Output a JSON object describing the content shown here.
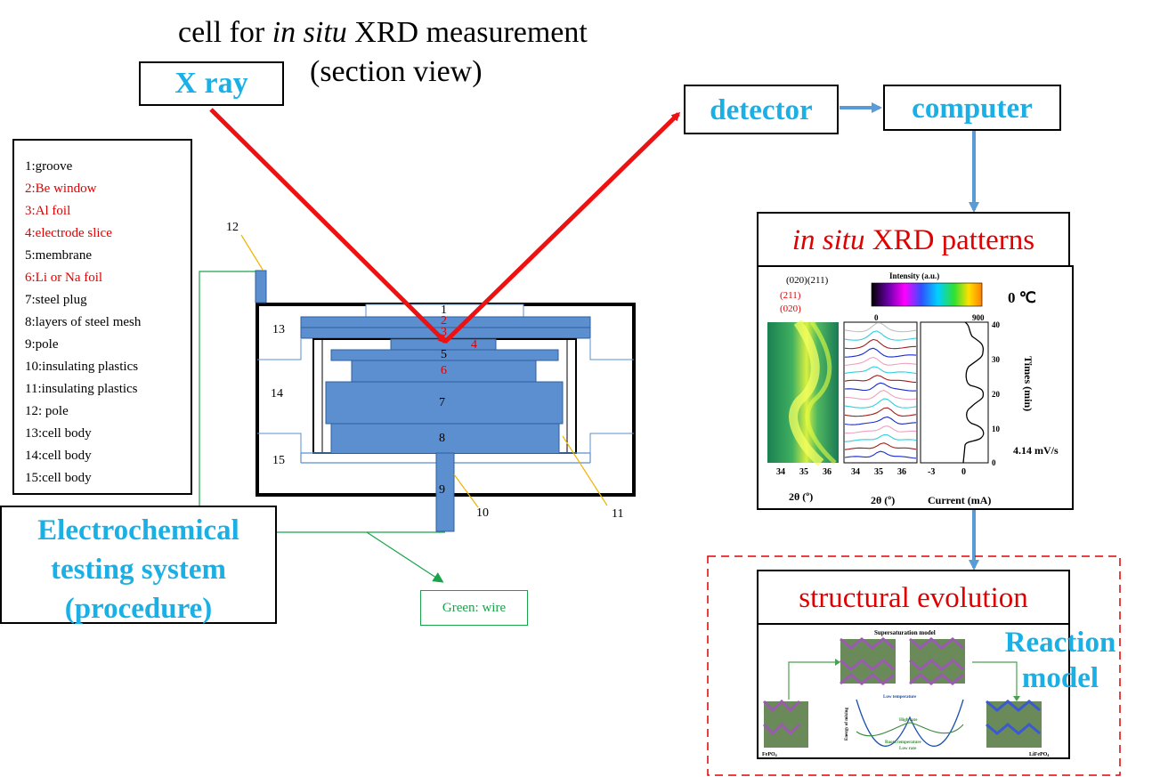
{
  "title": {
    "line1_pre": "cell for ",
    "line1_em": "in situ",
    "line1_post": " XRD measurement",
    "line2": "(section view)"
  },
  "xray_label": "X ray",
  "detector_label": "detector",
  "computer_label": "computer",
  "legend": [
    {
      "text": "1:groove",
      "color": "#000000"
    },
    {
      "text": "2:Be  window",
      "color": "#e00000"
    },
    {
      "text": "3:Al  foil",
      "color": "#e00000"
    },
    {
      "text": "4:electrode  slice",
      "color": "#e00000"
    },
    {
      "text": "5:membrane",
      "color": "#000000"
    },
    {
      "text": "6:Li  or Na foil",
      "color": "#e00000"
    },
    {
      "text": "7:steel  plug",
      "color": "#000000"
    },
    {
      "text": "8:layers  of steel mesh",
      "color": "#000000"
    },
    {
      "text": "9:pole",
      "color": "#000000"
    },
    {
      "text": "10:insulating  plastics",
      "color": "#000000"
    },
    {
      "text": "11:insulating  plastics",
      "color": "#000000"
    },
    {
      "text": "12:  pole",
      "color": "#000000"
    },
    {
      "text": "13:cell  body",
      "color": "#000000"
    },
    {
      "text": "14:cell  body",
      "color": "#000000"
    },
    {
      "text": "15:cell  body",
      "color": "#000000"
    }
  ],
  "cell_parts": {
    "p1": "1",
    "p2": "2",
    "p3": "3",
    "p4": "4",
    "p5": "5",
    "p6": "6",
    "p7": "7",
    "p8": "8",
    "p9": "9",
    "p10": "10",
    "p11": "11",
    "p12": "12",
    "p13": "13",
    "p14": "14",
    "p15": "15"
  },
  "electrochem": {
    "line1": "Electrochemical",
    "line2": "testing system",
    "line3": "(procedure)"
  },
  "wire_note": "Green: wire",
  "xrd_panel": {
    "title_em": "in situ",
    "title_rest": " XRD patterns",
    "peak_labels_black": "(020)(211)",
    "peak_label_red1": "(211)",
    "peak_label_red2": "(020)",
    "intensity_label": "Intensity (a.u.)",
    "intensity_min": "0",
    "intensity_max": "900",
    "temperature": "0 ℃",
    "times_label": "Times (min)",
    "time_ticks": [
      "40",
      "30",
      "20",
      "10",
      "0"
    ],
    "rate": "4.14 mV/s",
    "theta_ticks": [
      "34",
      "35",
      "36"
    ],
    "current_ticks": [
      "-3",
      "0"
    ],
    "xlabel1": "2θ  (º)",
    "xlabel2": "2θ  (º)",
    "xlabel3": "Current (mA)"
  },
  "evolution_panel": {
    "title": "structural evolution",
    "model_title": "Supersaturation model",
    "reaction_line1": "Reaction",
    "reaction_line2": "model",
    "low_temp": "Low temperature",
    "high_rate": "High rate",
    "room_temp": "Room temperature",
    "low_rate": "Low rate",
    "energy_axis": "Energy of mixing",
    "left_compound": "FePO",
    "left_sub": "4",
    "right_compound": "LiFePO",
    "right_sub": "4"
  },
  "colors": {
    "xray_arrow": "#ee1111",
    "flow_arrow": "#5b9bd5",
    "cell_blue": "#5b8fd0",
    "wire_green": "#1aa34a",
    "label_cyan": "#1ab0e6",
    "label_red": "#e00000"
  }
}
